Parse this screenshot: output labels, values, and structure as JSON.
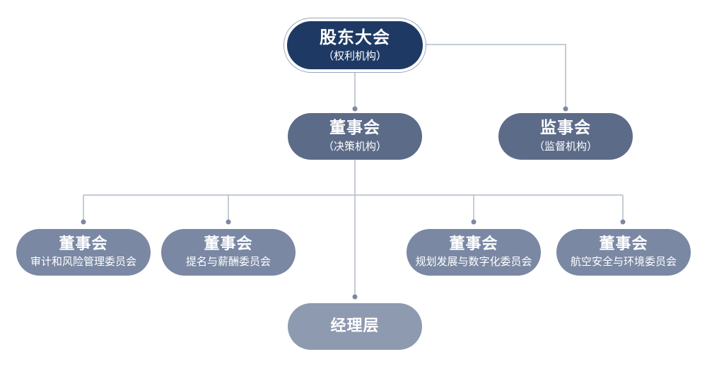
{
  "colors": {
    "top": "#1e3a64",
    "level2": "#5c6b88",
    "committee": "#7a88a3",
    "management": "#8e9ab0",
    "connector": "#b4bac6",
    "dot": "#7d88a0"
  },
  "shareholders": {
    "title": "股东大会",
    "subtitle": "（权利机构）"
  },
  "board": {
    "title": "董事会",
    "subtitle": "（决策机构）"
  },
  "supervisory": {
    "title": "监事会",
    "subtitle": "（监督机构）"
  },
  "committees": [
    {
      "title": "董事会",
      "subtitle": "审计和风险管理委员会"
    },
    {
      "title": "董事会",
      "subtitle": "提名与薪酬委员会"
    },
    {
      "title": "董事会",
      "subtitle": "规划发展与数字化委员会"
    },
    {
      "title": "董事会",
      "subtitle": "航空安全与环境委员会"
    }
  ],
  "management": {
    "title": "经理层"
  }
}
